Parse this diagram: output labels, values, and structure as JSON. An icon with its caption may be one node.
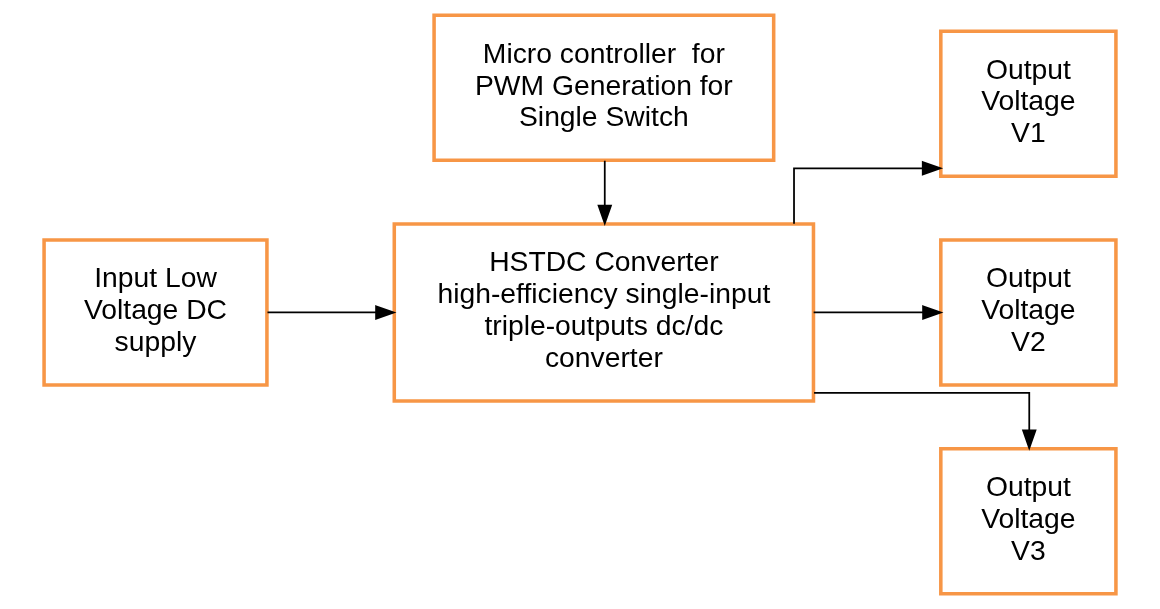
{
  "diagram": {
    "nodes": [
      {
        "text": [
          "Input Low Voltage DC supply"
        ]
      },
      {
        "text": [
          "HSTDC Converter",
          "high-efficiency single-input triple-outputs dc/dc converter"
        ]
      },
      {
        "text": [
          "Micro controller  for PWM Generation for Single Switch"
        ]
      },
      {
        "text": [
          "Output Voltage V1"
        ]
      },
      {
        "text": [
          "Output Voltage V2"
        ]
      },
      {
        "text": [
          "Output Voltage V3"
        ]
      }
    ],
    "edges": [
      {
        "from": 0,
        "to": 1,
        "arrow": "to"
      },
      {
        "from": 2,
        "to": 1,
        "arrow": "to"
      },
      {
        "from": 1,
        "to": 3,
        "arrow": "to"
      },
      {
        "from": 1,
        "to": 4,
        "arrow": "to"
      },
      {
        "from": 1,
        "to": 5,
        "arrow": "to"
      }
    ]
  }
}
